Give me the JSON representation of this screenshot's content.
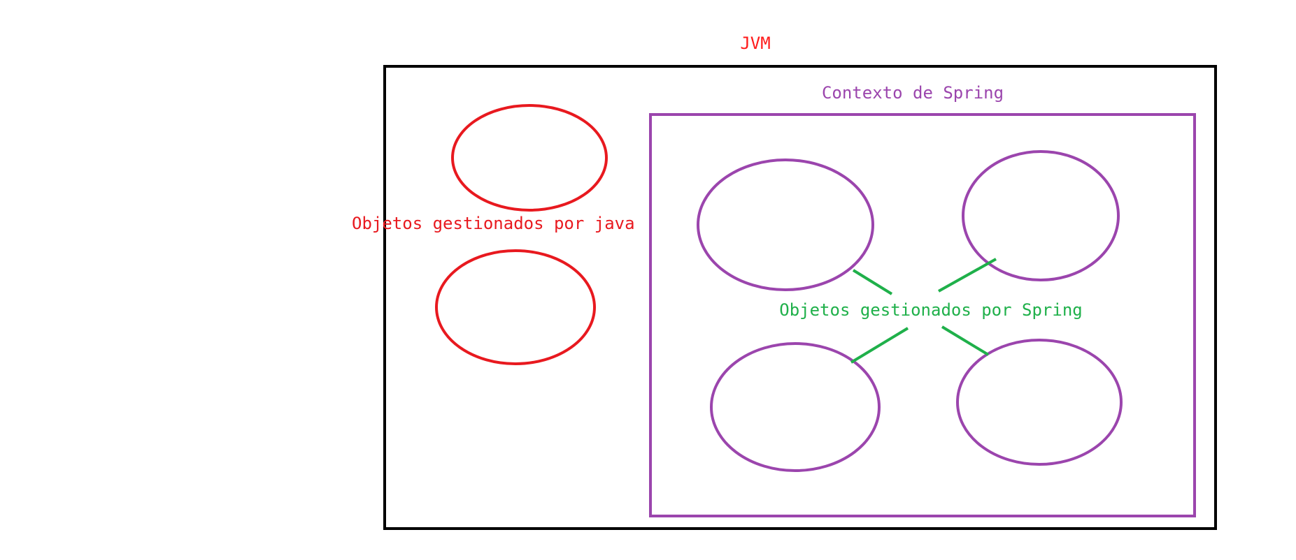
{
  "labels": {
    "jvm": "JVM",
    "spring_context": "Contexto de Spring",
    "java_objects": "Objetos gestionados por java",
    "spring_objects": "Objetos gestionados por Spring"
  },
  "colors": {
    "jvm": "#ff1a1a",
    "jvm_border": "#000000",
    "spring": "#9b45ad",
    "java_objects": "#e8191f",
    "spring_objects_label": "#1fb04a"
  }
}
